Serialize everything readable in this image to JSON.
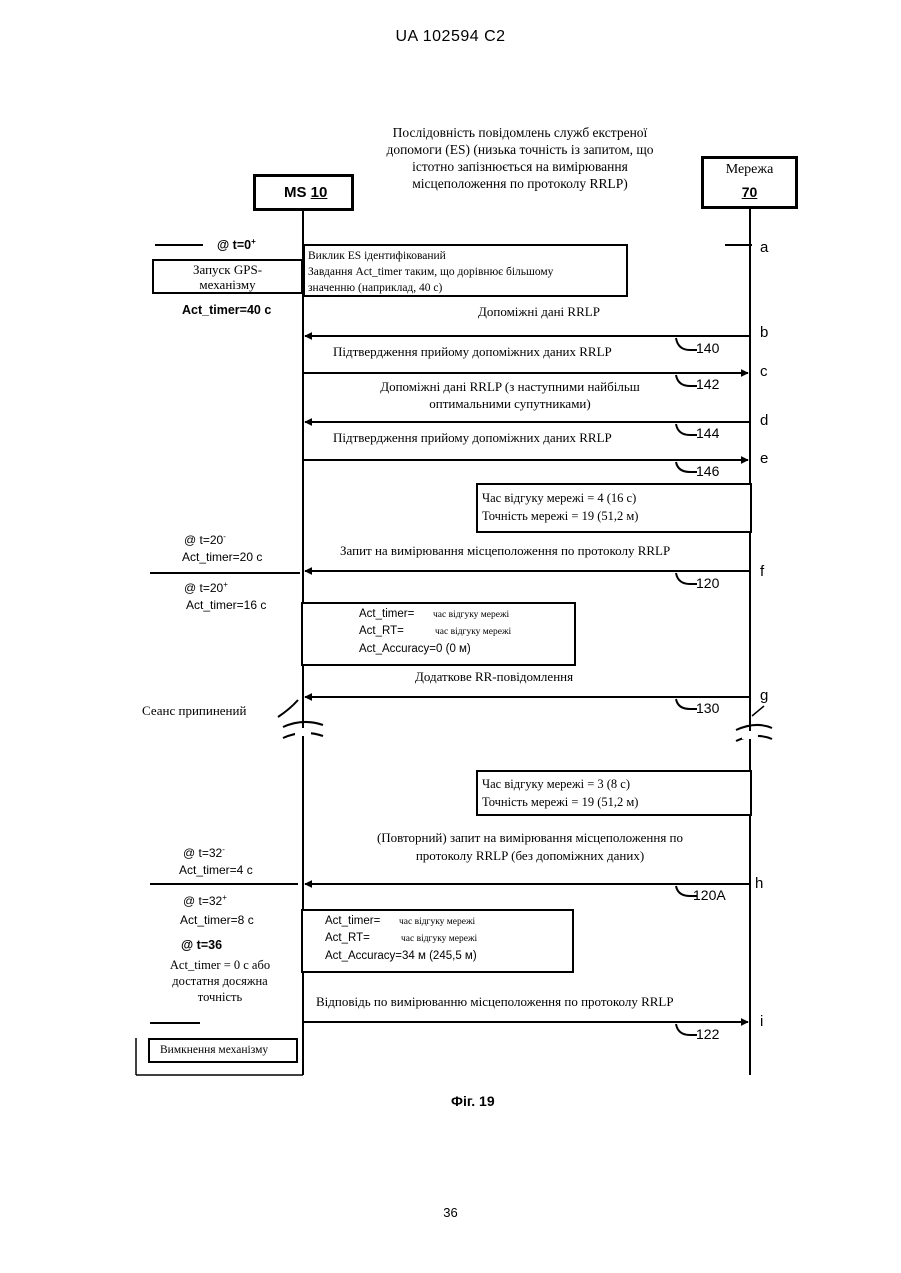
{
  "header": "UA   102594   C2",
  "page_number": "36",
  "figure_caption": "Фіг. 19",
  "title_lines": [
    "Послідовність повідомлень служб екстреної",
    "допомоги (ES) (низька точність із запитом, що",
    "істотно запізнюється на вимірювання",
    "місцеположення по протоколу RRLP)"
  ],
  "entities": {
    "ms_label": "MS",
    "ms_number": "10",
    "network_label": "Мережа",
    "network_number": "70"
  },
  "events": {
    "a": "a",
    "b": "b",
    "c": "c",
    "d": "d",
    "e": "e",
    "f": "f",
    "g": "g",
    "h": "h",
    "i": "i"
  },
  "left_notes": {
    "t0": "@ t=0",
    "t0_sup": "+",
    "gps_start_1": "Запуск GPS-",
    "gps_start_2": "механізму",
    "act_timer_40": "Act_timer=40 с",
    "t20m": "@ t=20",
    "t20m_sup": "-",
    "act_timer_20": "Act_timer=20 c",
    "t20p": "@ t=20",
    "t20p_sup": "+",
    "act_timer_16": "Act_timer=16 c",
    "session_terminated": "Сеанс припинений",
    "t32m": "@ t=32",
    "t32m_sup": "-",
    "act_timer_4": "Act_timer=4 c",
    "t32p": "@ t=32",
    "t32p_sup": "+",
    "act_timer_8": "Act_timer=8 c",
    "t36": "@ t=36",
    "act_timer_0_1": "Act_timer = 0 с або",
    "act_timer_0_2": "достатня досяжна",
    "act_timer_0_3": "точність",
    "engine_off": "Вимкнення механізму"
  },
  "es_box": [
    "Виклик ES ідентифікований",
    "Завдання Act_timer таким, що дорівнює більшому",
    "значенню (наприклад, 40 с)"
  ],
  "messages": {
    "m140": "Допоміжні дані RRLP",
    "m142": "Підтвердження прийому допоміжних даних RRLP",
    "m144_1": "Допоміжні дані RRLP (з наступними найбільш",
    "m144_2": "оптимальними супутниками)",
    "m146": "Підтвердження прийому допоміжних даних RRLP",
    "m120": "Запит на вимірювання місцеположення по протоколу RRLP",
    "m130": "Додаткове RR-повідомлення",
    "m120a_1": "(Повторний) запит на вимірювання місцеположення по",
    "m120a_2": "протоколу RRLP (без допоміжних даних)",
    "m122": "Відповідь по вимірюванню місцеположення по протоколу RRLP"
  },
  "refs": {
    "r140": "140",
    "r142": "142",
    "r144": "144",
    "r146": "146",
    "r120": "120",
    "r130": "130",
    "r120a": "120A",
    "r122": "122"
  },
  "net_box_1": [
    "Час відгуку мережі = 4 (16 с)",
    "Точність мережі = 19 (51,2 м)"
  ],
  "net_box_2": [
    "Час відгуку мережі = 3 (8 с)",
    "Точність мережі = 19 (51,2 м)"
  ],
  "act_box_1": {
    "timer_key": "Act_timer=",
    "timer_val": "час відгуку мережі",
    "rt_key": "Act_RT=",
    "rt_val": "час відгуку мережі",
    "accuracy": "Act_Accuracy=0 (0 м)"
  },
  "act_box_2": {
    "timer_key": "Act_timer=",
    "timer_val": "час відгуку мережі",
    "rt_key": "Act_RT=",
    "rt_val": "час відгуку мережі",
    "accuracy": "Act_Accuracy=34 м (245,5 м)"
  }
}
